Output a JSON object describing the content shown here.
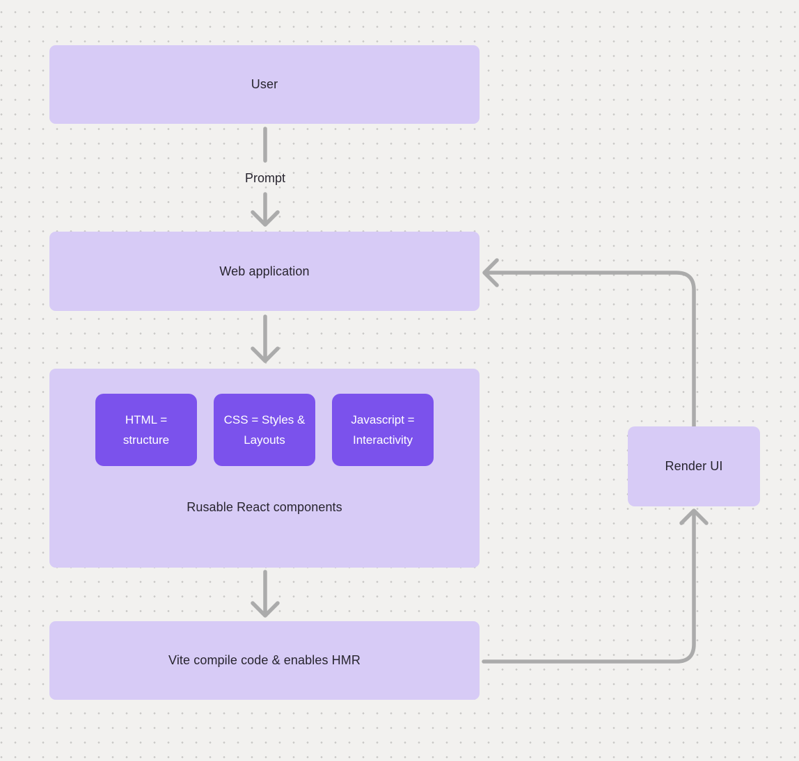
{
  "diagram": {
    "nodes": {
      "user": {
        "label": "User"
      },
      "web_application": {
        "label": "Web application"
      },
      "components_group": {
        "label": "Rusable React components",
        "children": [
          {
            "label": "HTML = structure"
          },
          {
            "label": "CSS = Styles & Layouts"
          },
          {
            "label": "Javascript = Interactivity"
          }
        ]
      },
      "vite": {
        "label": "Vite compile code & enables HMR"
      },
      "render_ui": {
        "label": "Render UI"
      }
    },
    "edges": {
      "user_to_webapp_label": "Prompt"
    }
  },
  "colors": {
    "background": "#f2f1ef",
    "dot": "#c8c7c5",
    "node_fill": "#d7cbf6",
    "chip_fill": "#7b52ec",
    "chip_text": "#ffffff",
    "text": "#27242e",
    "connector": "#ababab"
  }
}
